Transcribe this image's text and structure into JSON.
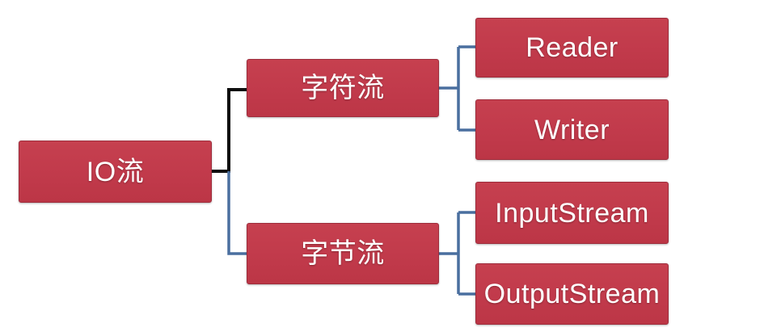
{
  "nodes": {
    "root": {
      "label": "IO流"
    },
    "char_stream": {
      "label": "字符流"
    },
    "byte_stream": {
      "label": "字节流"
    },
    "reader": {
      "label": "Reader"
    },
    "writer": {
      "label": "Writer"
    },
    "input_stream": {
      "label": "InputStream"
    },
    "output_stream": {
      "label": "OutputStream"
    }
  },
  "colors": {
    "background": "#ffffff",
    "node_fill": "#c13a4b",
    "node_fill_top": "#c6404f",
    "node_fill_bottom": "#bc3646",
    "node_border": "#9e2d3c",
    "node_text": "#ffffff",
    "connector_black": "#0d0d0d",
    "connector_blue": "#4a6f9f"
  }
}
